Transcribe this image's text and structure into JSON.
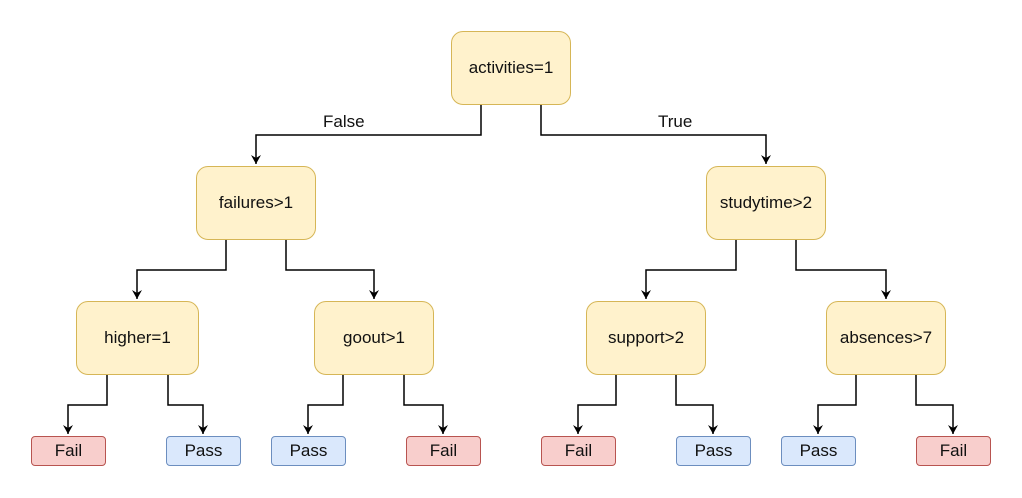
{
  "nodes": {
    "root": "activities=1",
    "failures": "failures>1",
    "studytime": "studytime>2",
    "higher": "higher=1",
    "goout": "goout>1",
    "support": "support>2",
    "absences": "absences>7"
  },
  "leaves": {
    "higher_left": "Fail",
    "higher_right": "Pass",
    "goout_left": "Pass",
    "goout_right": "Fail",
    "support_left": "Fail",
    "support_right": "Pass",
    "absences_left": "Pass",
    "absences_right": "Fail"
  },
  "edges": {
    "false_label": "False",
    "true_label": "True"
  },
  "colors": {
    "decision_fill": "#fff2cc",
    "decision_stroke": "#d6b656",
    "fail_fill": "#f8cecc",
    "fail_stroke": "#b85450",
    "pass_fill": "#dae8fc",
    "pass_stroke": "#6c8ebf"
  }
}
